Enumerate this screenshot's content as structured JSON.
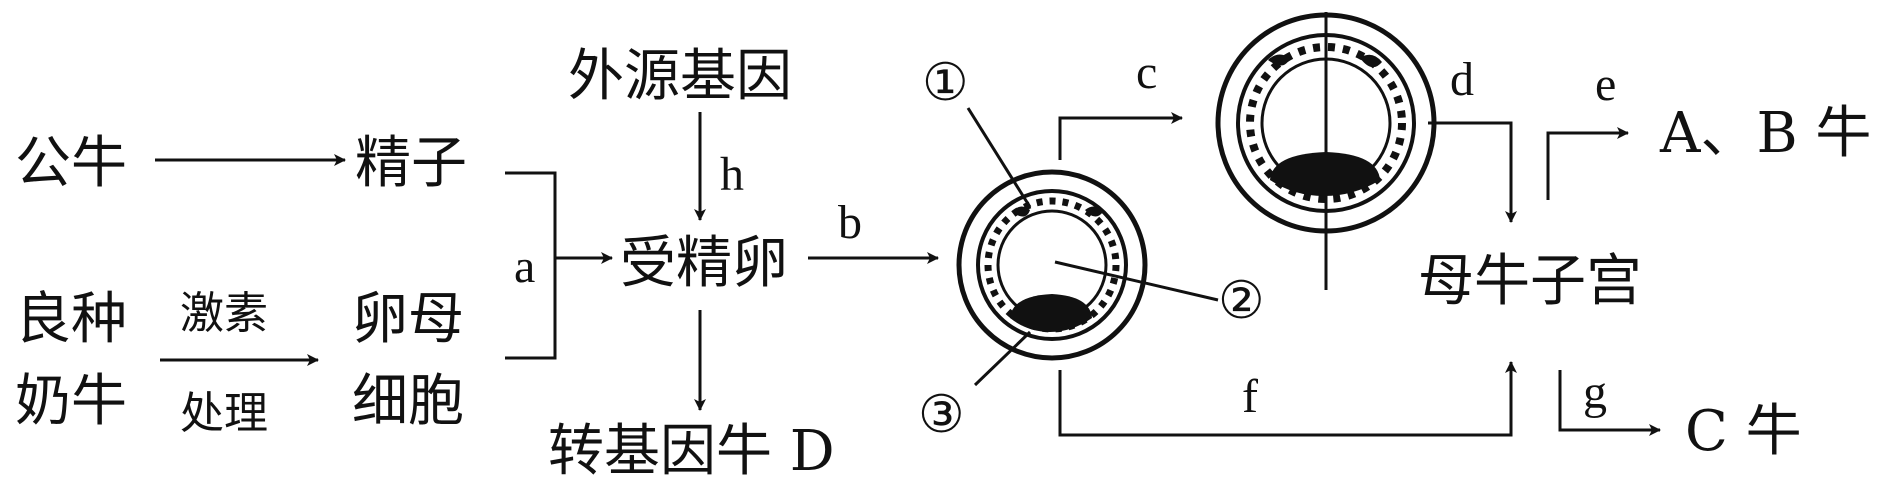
{
  "labels": {
    "bull": "公牛",
    "sperm": "精子",
    "fine_breed": "良种",
    "dairy_cow": "奶牛",
    "hormone": "激素",
    "treatment": "处理",
    "oocyte_1": "卵母",
    "oocyte_2": "细胞",
    "foreign_gene": "外源基因",
    "zygote": "受精卵",
    "transgenic_cow": "转基因牛 D",
    "uterus": "母牛子宫",
    "ab_cow": "A、B 牛",
    "c_cow": "C 牛"
  },
  "arrow_letters": {
    "a": "a",
    "b": "b",
    "c": "c",
    "d": "d",
    "e": "e",
    "f": "f",
    "g": "g",
    "h": "h"
  },
  "markers": {
    "m1": "①",
    "m2": "②",
    "m3": "③"
  }
}
